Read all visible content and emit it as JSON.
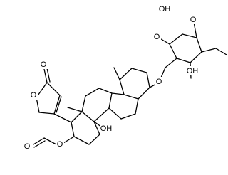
{
  "molecule": {
    "labels": {
      "oh_top": "OH",
      "o_methoxy": "O",
      "o_ring": "O",
      "oh_right": "OH",
      "o_glycoside": "O",
      "o_lactone_carbonyl": "O",
      "o_lactone_ring": "O",
      "oh_c14": "OH",
      "o_formate_carbonyl": "O",
      "o_formate_ester": "O"
    }
  }
}
